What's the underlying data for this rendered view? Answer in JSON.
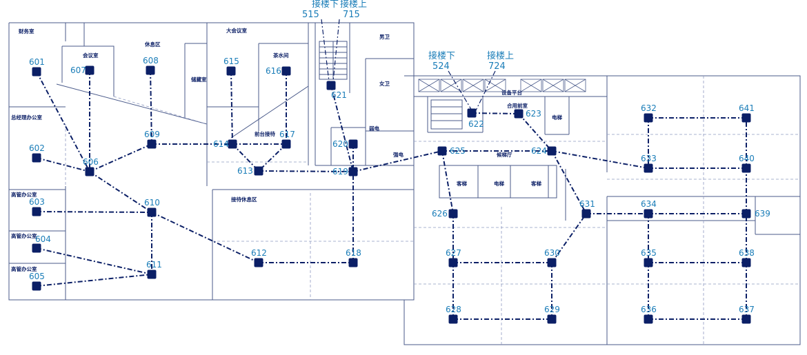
{
  "rooms": [
    {
      "id": "finance",
      "label": "财务室"
    },
    {
      "id": "meeting",
      "label": "会议室"
    },
    {
      "id": "lounge",
      "label": "休息区"
    },
    {
      "id": "big-meeting",
      "label": "大会议室"
    },
    {
      "id": "tea",
      "label": "茶水间"
    },
    {
      "id": "storage",
      "label": "储藏室"
    },
    {
      "id": "mens",
      "label": "男卫"
    },
    {
      "id": "womens",
      "label": "女卫"
    },
    {
      "id": "gm-office",
      "label": "总经理办公室"
    },
    {
      "id": "front-desk",
      "label": "前台接待"
    },
    {
      "id": "weak-current",
      "label": "弱电"
    },
    {
      "id": "strong-current",
      "label": "强电"
    },
    {
      "id": "exec1",
      "label": "高管办公室"
    },
    {
      "id": "exec2",
      "label": "高管办公室"
    },
    {
      "id": "exec3",
      "label": "高管办公室"
    },
    {
      "id": "reception-lounge",
      "label": "接待休息区"
    },
    {
      "id": "equipment",
      "label": "设备平台"
    },
    {
      "id": "fire-room",
      "label": "合用前室"
    },
    {
      "id": "elevator-small",
      "label": "电梯"
    },
    {
      "id": "elevator-hall",
      "label": "候梯厅"
    },
    {
      "id": "passenger-1",
      "label": "客梯"
    },
    {
      "id": "elevator-mid",
      "label": "电梯"
    },
    {
      "id": "passenger-2",
      "label": "客梯"
    }
  ],
  "stair_labels": [
    {
      "id": "down-a",
      "text": "接楼下",
      "num": "515"
    },
    {
      "id": "up-a",
      "text": "接楼上",
      "num": "715"
    },
    {
      "id": "down-b",
      "text": "接楼下",
      "num": "524"
    },
    {
      "id": "up-b",
      "text": "接楼上",
      "num": "724"
    }
  ],
  "nodes": [
    {
      "id": "601"
    },
    {
      "id": "602"
    },
    {
      "id": "603"
    },
    {
      "id": "604"
    },
    {
      "id": "605"
    },
    {
      "id": "606"
    },
    {
      "id": "607"
    },
    {
      "id": "608"
    },
    {
      "id": "609"
    },
    {
      "id": "610"
    },
    {
      "id": "611"
    },
    {
      "id": "612"
    },
    {
      "id": "613"
    },
    {
      "id": "614"
    },
    {
      "id": "615"
    },
    {
      "id": "616"
    },
    {
      "id": "617"
    },
    {
      "id": "618"
    },
    {
      "id": "619"
    },
    {
      "id": "620"
    },
    {
      "id": "621"
    },
    {
      "id": "622"
    },
    {
      "id": "623"
    },
    {
      "id": "624"
    },
    {
      "id": "625"
    },
    {
      "id": "626"
    },
    {
      "id": "627"
    },
    {
      "id": "628"
    },
    {
      "id": "629"
    },
    {
      "id": "630"
    },
    {
      "id": "631"
    },
    {
      "id": "632"
    },
    {
      "id": "633"
    },
    {
      "id": "634"
    },
    {
      "id": "635"
    },
    {
      "id": "636"
    },
    {
      "id": "637"
    },
    {
      "id": "638"
    },
    {
      "id": "639"
    },
    {
      "id": "640"
    },
    {
      "id": "641"
    }
  ],
  "links": [
    [
      "601",
      "606"
    ],
    [
      "602",
      "606"
    ],
    [
      "607",
      "606"
    ],
    [
      "606",
      "609"
    ],
    [
      "608",
      "609"
    ],
    [
      "609",
      "614"
    ],
    [
      "614",
      "617"
    ],
    [
      "615",
      "614"
    ],
    [
      "616",
      "617"
    ],
    [
      "614",
      "613"
    ],
    [
      "617",
      "613"
    ],
    [
      "613",
      "619"
    ],
    [
      "606",
      "610"
    ],
    [
      "603",
      "610"
    ],
    [
      "610",
      "611"
    ],
    [
      "604",
      "611"
    ],
    [
      "605",
      "611"
    ],
    [
      "610",
      "612"
    ],
    [
      "612",
      "618"
    ],
    [
      "618",
      "619"
    ],
    [
      "620",
      "619"
    ],
    [
      "621",
      "619"
    ],
    [
      "619",
      "625"
    ],
    [
      "625",
      "624"
    ],
    [
      "625",
      "626"
    ],
    [
      "626",
      "627"
    ],
    [
      "627",
      "630"
    ],
    [
      "627",
      "628"
    ],
    [
      "628",
      "629"
    ],
    [
      "629",
      "630"
    ],
    [
      "630",
      "631"
    ],
    [
      "624",
      "631"
    ],
    [
      "624",
      "633"
    ],
    [
      "623",
      "624"
    ],
    [
      "622",
      "623"
    ],
    [
      "631",
      "634"
    ],
    [
      "634",
      "639"
    ],
    [
      "634",
      "635"
    ],
    [
      "635",
      "636"
    ],
    [
      "636",
      "637"
    ],
    [
      "635",
      "638"
    ],
    [
      "638",
      "639"
    ],
    [
      "637",
      "638"
    ],
    [
      "639",
      "640"
    ],
    [
      "640",
      "641"
    ],
    [
      "633",
      "640"
    ],
    [
      "632",
      "633"
    ],
    [
      "632",
      "641"
    ]
  ]
}
